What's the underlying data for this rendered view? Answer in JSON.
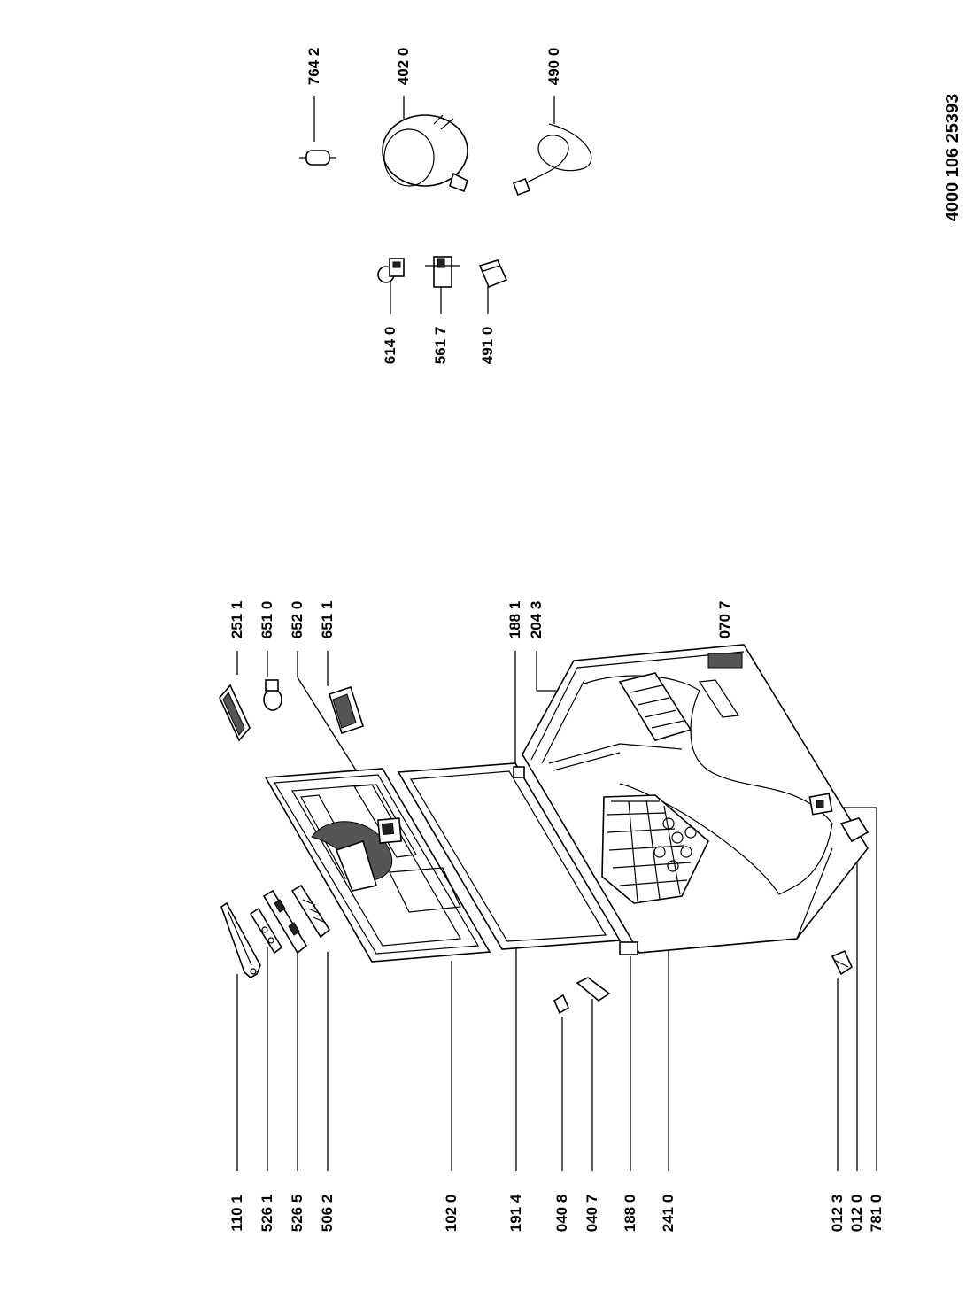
{
  "document": {
    "number": "4000 106 25393"
  },
  "labels": {
    "l_110_1": "110 1",
    "l_526_1": "526 1",
    "l_526_5": "526 5",
    "l_506_2": "506 2",
    "l_102_0": "102 0",
    "l_191_4": "191 4",
    "l_040_8": "040 8",
    "l_040_7": "040 7",
    "l_188_0": "188 0",
    "l_241_0": "241 0",
    "l_012_3": "012 3",
    "l_012_0": "012 0",
    "l_781_0": "781 0",
    "l_251_1": "251 1",
    "l_651_0": "651 0",
    "l_652_0": "652 0",
    "l_651_1": "651 1",
    "l_188_1": "188 1",
    "l_204_3": "204 3",
    "l_070_7": "070 7",
    "l_614_0": "614 0",
    "l_561_7": "561 7",
    "l_491_0": "491 0",
    "l_764_2": "764 2",
    "l_402_0": "402 0",
    "l_490_0": "490 0"
  }
}
